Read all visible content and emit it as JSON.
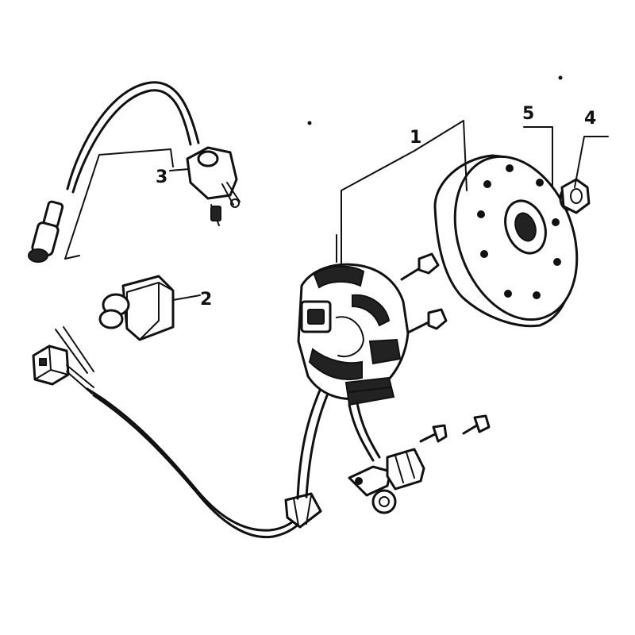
{
  "callouts": {
    "part_1": "1",
    "part_2": "2",
    "part_3": "3",
    "part_4": "4",
    "part_5": "5"
  },
  "colors": {
    "ink": "#111111",
    "background": "#ffffff"
  }
}
